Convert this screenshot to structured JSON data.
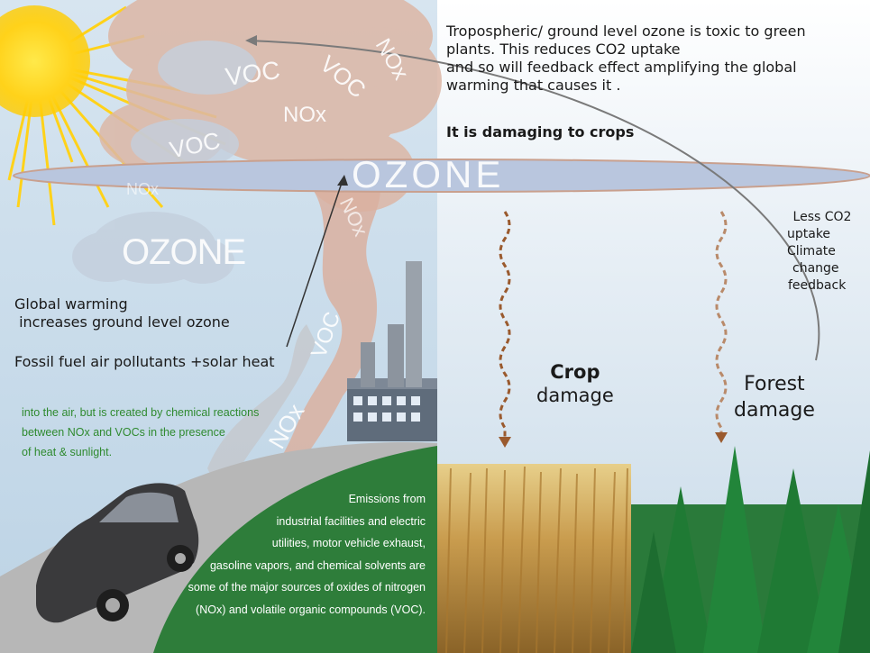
{
  "cloud_labels": {
    "voc_1": "VOC",
    "voc_2": "VOC",
    "voc_3": "VOC",
    "nox_1": "NOx",
    "nox_2": "NOx",
    "nox_3": "NOx",
    "nox_4": "NOx",
    "nox_5": "NOx",
    "voc_smoke": "VOC",
    "ozone_small": "OZONE",
    "ozone_big": "OZONE"
  },
  "right_panel": {
    "intro_line1": "Tropospheric/ ground level ozone is toxic to green",
    "intro_line2": "plants. This reduces CO2 uptake",
    "intro_line3": "and so  will feedback effect amplifying the global",
    "intro_line4": "warming that causes it .",
    "crops_heading": "It is damaging to crops",
    "feedback_line1": "Less CO2",
    "feedback_line2": "uptake",
    "feedback_line3": "Climate",
    "feedback_line4": "change",
    "feedback_line5": "feedback",
    "crop_bold": "Crop",
    "crop_rest": "damage",
    "forest_line1": "Forest",
    "forest_line2": "damage"
  },
  "left_panel": {
    "warming_line1": "Global warming",
    "warming_line2": " increases ground level ozone",
    "pollutants": "Fossil fuel air pollutants +solar heat",
    "green_line1": "into the air, but is created by chemical reactions",
    "green_line2": "between NOx and VOCs in the presence",
    "green_line3": "of heat & sunlight.",
    "emissions_line1": "Emissions from",
    "emissions_line2": "industrial facilities and electric",
    "emissions_line3": "utilities, motor vehicle exhaust,",
    "emissions_line4": "gasoline vapors, and chemical solvents are",
    "emissions_line5": "some of the major sources of oxides of nitrogen",
    "emissions_line6": "(NOx) and volatile organic compounds (VOC)."
  },
  "colors": {
    "sky": "#c9dceb",
    "smoke": "#d9b4a4",
    "ozone_band": "#b9c6de",
    "ozone_border": "#c9a08e",
    "grass": "#2e7d3a",
    "wheat": "#c9a35a",
    "tree": "#1f7a34",
    "arrow": "#6e6e6e",
    "squiggle": "#9a5a2e"
  }
}
